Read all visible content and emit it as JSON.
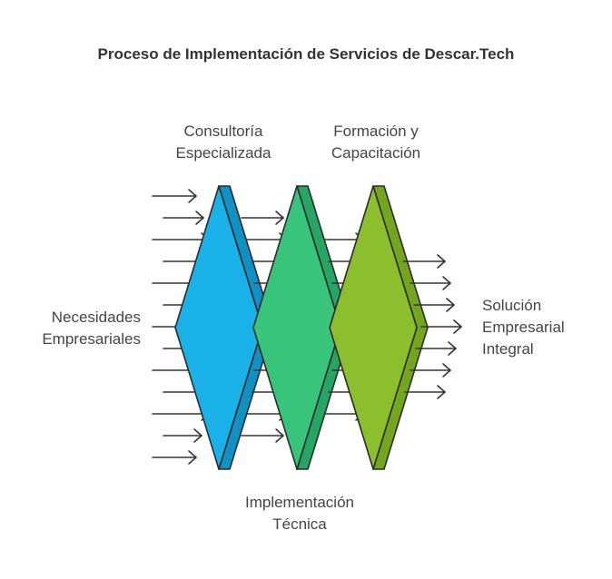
{
  "title": "Proceso de Implementación de Servicios de Descar.Tech",
  "input_label": [
    "Necesidades",
    "Empresariales"
  ],
  "stage_labels": [
    [
      "Consultoría",
      "Especializada"
    ],
    [
      "Implementación",
      "Técnica"
    ],
    [
      "Formación y",
      "Capacitación"
    ]
  ],
  "output_label": [
    "Solución",
    "Empresarial",
    "Integral"
  ],
  "colors": {
    "stage1": "#1ab0e8",
    "stage1_side": "#1190c4",
    "stage2": "#39c47c",
    "stage2_side": "#26a564",
    "stage3": "#8cbf2e",
    "stage3_side": "#74a51f",
    "arrow": "#333333",
    "outline": "#2b2b2b"
  }
}
